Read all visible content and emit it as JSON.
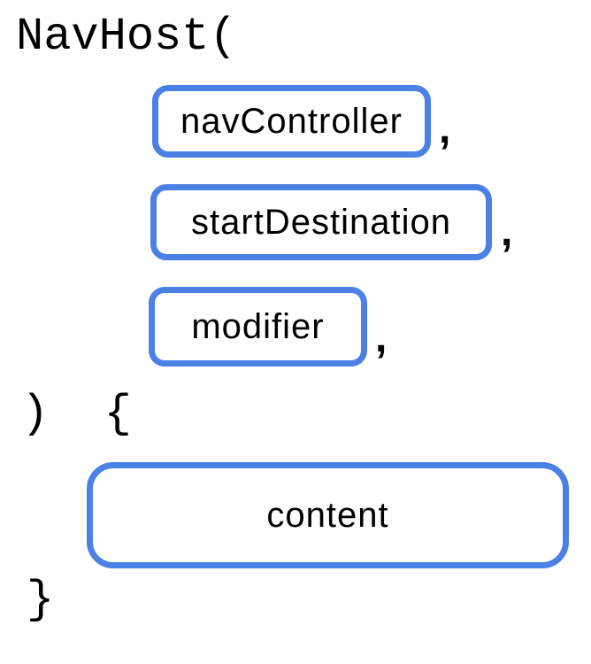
{
  "colors": {
    "chip_border": "#4B80E5",
    "text": "#000000",
    "background": "#FFFFFF"
  },
  "code": {
    "open": "NavHost(",
    "close_paren_open_brace": ")  {",
    "close_brace": "}"
  },
  "params": [
    {
      "label": "navController",
      "separator": ","
    },
    {
      "label": "startDestination",
      "separator": ","
    },
    {
      "label": "modifier",
      "separator": ","
    }
  ],
  "body": {
    "label": "content"
  }
}
